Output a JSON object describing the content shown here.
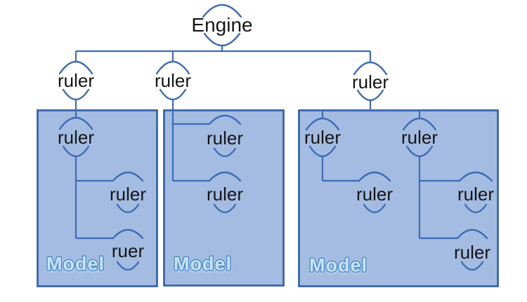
{
  "colors": {
    "line": "#3e6cb5",
    "box_fill": "#a4bce2",
    "box_border": "#3a65ac",
    "node_text": "#151515",
    "model_fill": "#c8e4f8",
    "model_outline": "#4e8bc8",
    "background": "#ffffff"
  },
  "diagram": {
    "root": {
      "label": "Engine"
    },
    "level1": [
      {
        "label": "ruler"
      },
      {
        "label": "ruler"
      },
      {
        "label": "ruler"
      }
    ],
    "models": [
      {
        "label": "Model",
        "nodes": [
          {
            "label": "ruler"
          },
          {
            "label": "ruler"
          },
          {
            "label": "ruer"
          }
        ]
      },
      {
        "label": "Model",
        "nodes": [
          {
            "label": "ruler"
          },
          {
            "label": "ruler"
          }
        ]
      },
      {
        "label": "Model",
        "nodes": [
          {
            "label": "ruler"
          },
          {
            "label": "ruler"
          },
          {
            "label": "ruler"
          },
          {
            "label": "ruler"
          },
          {
            "label": "ruler"
          }
        ]
      }
    ]
  }
}
